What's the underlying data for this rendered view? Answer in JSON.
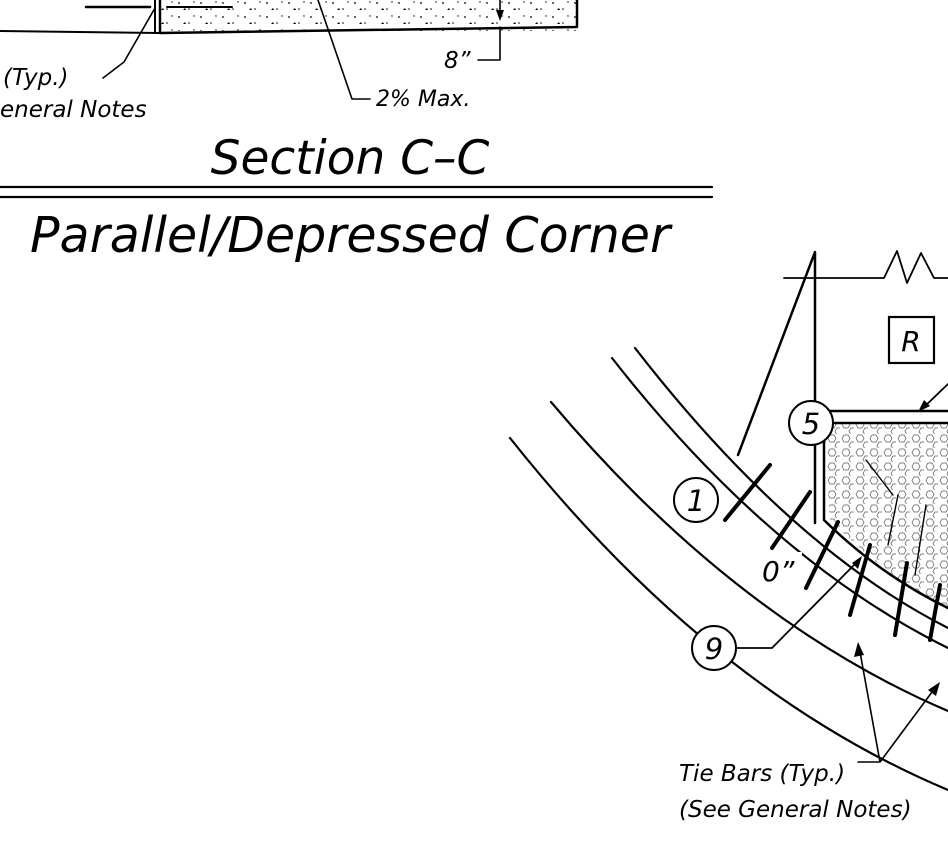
{
  "section": {
    "title": "Section C–C",
    "labels": {
      "typ": "(Typ.)",
      "general_notes": "eneral Notes",
      "thickness": "8”",
      "slope": "2% Max."
    }
  },
  "plan": {
    "title": "Parallel/Depressed Corner",
    "sign": "R",
    "dimension": "0”",
    "callouts": [
      "5",
      "1",
      "9"
    ],
    "tie_bars_line1": "Tie Bars (Typ.)",
    "tie_bars_line2": "(See General Notes)"
  }
}
